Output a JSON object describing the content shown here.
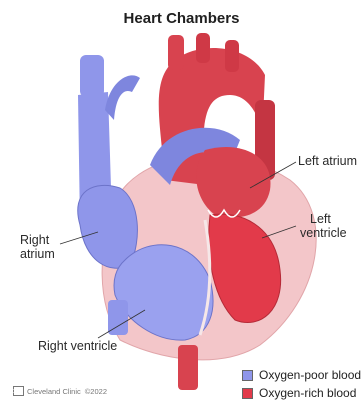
{
  "title": "Heart Chambers",
  "labels": {
    "left_atrium": "Left atrium",
    "left_ventricle_1": "Left",
    "left_ventricle_2": "ventricle",
    "right_atrium_1": "Right",
    "right_atrium_2": "atrium",
    "right_ventricle": "Right ventricle"
  },
  "legend": [
    {
      "label": "Oxygen-poor blood",
      "color": "#8f96ea"
    },
    {
      "label": "Oxygen-rich blood",
      "color": "#e23a4a"
    }
  ],
  "credit": {
    "brand": "Cleveland Clinic",
    "year": "©2022"
  }
}
